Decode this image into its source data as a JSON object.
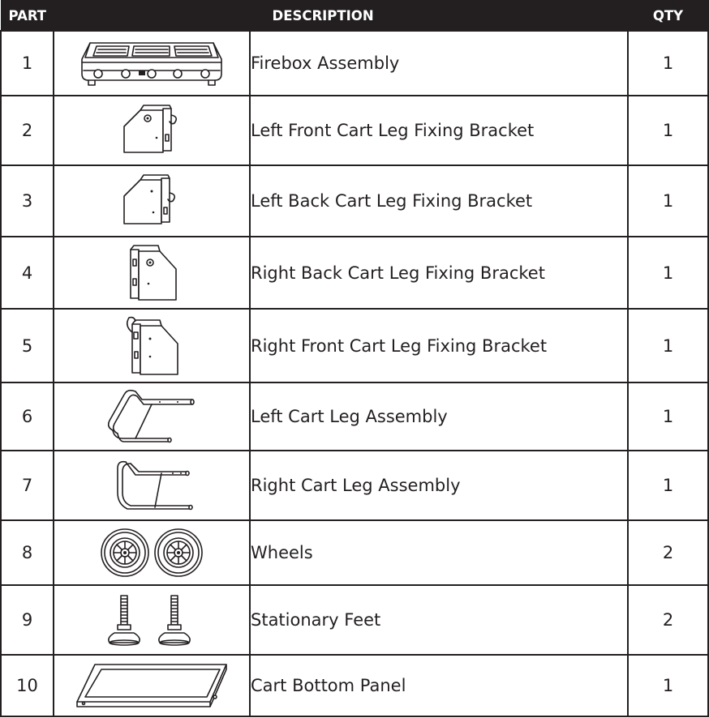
{
  "header": {
    "part": "PART",
    "description": "DESCRIPTION",
    "qty": "QTY"
  },
  "rows": [
    {
      "part": "1",
      "icon": "firebox-icon",
      "description": "Firebox Assembly",
      "qty": "1"
    },
    {
      "part": "2",
      "icon": "left-front-bracket-icon",
      "description": "Left Front Cart Leg Fixing Bracket",
      "qty": "1"
    },
    {
      "part": "3",
      "icon": "left-back-bracket-icon",
      "description": "Left Back Cart Leg Fixing Bracket",
      "qty": "1"
    },
    {
      "part": "4",
      "icon": "right-back-bracket-icon",
      "description": "Right Back Cart Leg Fixing Bracket",
      "qty": "1"
    },
    {
      "part": "5",
      "icon": "right-front-bracket-icon",
      "description": "Right Front Cart Leg Fixing Bracket",
      "qty": "1"
    },
    {
      "part": "6",
      "icon": "left-cart-leg-icon",
      "description": "Left Cart Leg Assembly",
      "qty": "1"
    },
    {
      "part": "7",
      "icon": "right-cart-leg-icon",
      "description": "Right Cart Leg Assembly",
      "qty": "1"
    },
    {
      "part": "8",
      "icon": "wheels-icon",
      "description": "Wheels",
      "qty": "2"
    },
    {
      "part": "9",
      "icon": "stationary-feet-icon",
      "description": "Stationary Feet",
      "qty": "2"
    },
    {
      "part": "10",
      "icon": "cart-bottom-panel-icon",
      "description": "Cart Bottom Panel",
      "qty": "1"
    }
  ]
}
